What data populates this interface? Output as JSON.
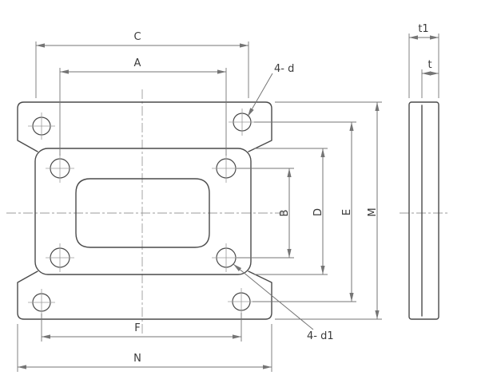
{
  "drawing": {
    "labels": {
      "c": "C",
      "a": "A",
      "b": "B",
      "d": "D",
      "e": "E",
      "m": "M",
      "f": "F",
      "n": "N",
      "t1": "t1",
      "t": "t",
      "holes_top": "4- d",
      "holes_bottom": "4- d1"
    },
    "colors": {
      "outline": "#4a4a4a",
      "dimension": "#757575",
      "centerline": "#9b9b9b",
      "background": "#ffffff",
      "text": "#3a3a3a"
    }
  }
}
